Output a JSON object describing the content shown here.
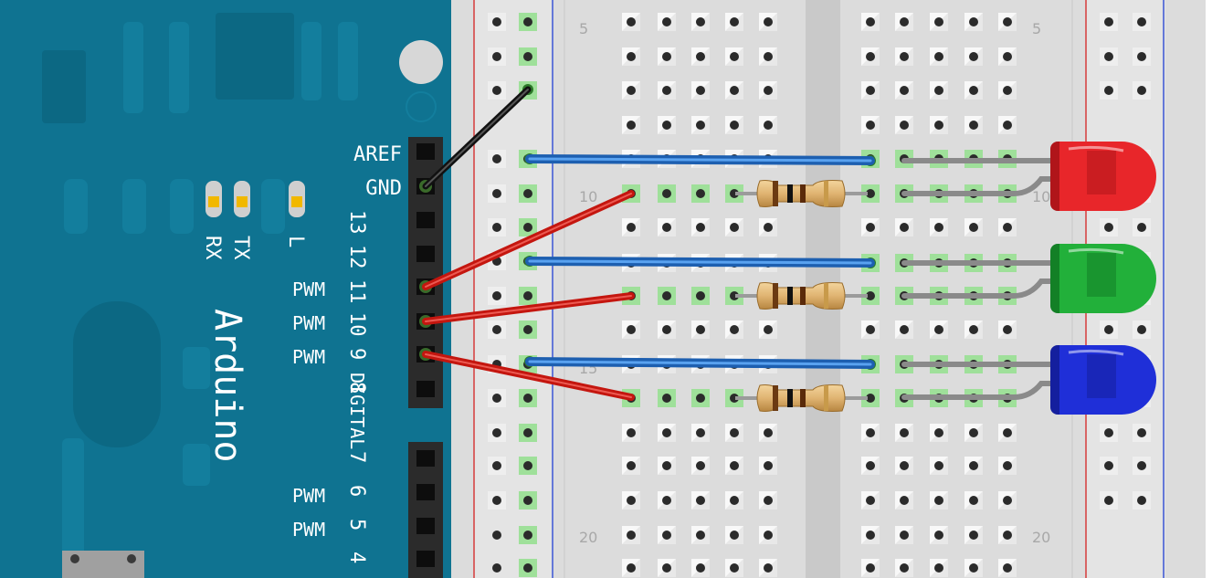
{
  "arduino": {
    "name": "Arduino",
    "pins": [
      "AREF",
      "GND",
      "13",
      "12",
      "11",
      "10",
      "9",
      "8",
      "7",
      "6",
      "5",
      "4"
    ],
    "pwm": "PWM",
    "digital": "DIGITAL",
    "leds": [
      "RX",
      "TX",
      "L"
    ]
  },
  "breadboard": {
    "row_numbers": [
      "5",
      "10",
      "15",
      "20"
    ]
  },
  "colors": {
    "board": "#0f7391",
    "red_wire": "#c4160f",
    "blue_wire": "#2c7fd6",
    "black_wire": "#111111",
    "led_red": "#e8262a",
    "led_green": "#22b03a",
    "led_blue": "#1f2fd8",
    "hole_highlight": "#9fe09a"
  }
}
